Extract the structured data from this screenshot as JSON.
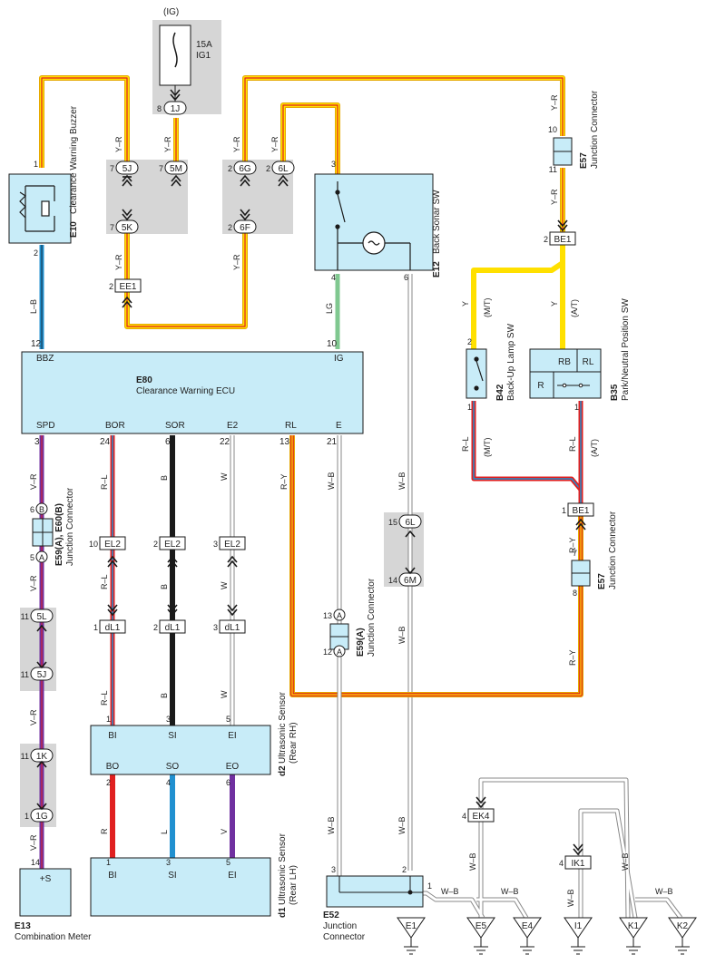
{
  "colors": {
    "box_fill": "#c8ecf8",
    "box_stroke": "#1a1a1a",
    "shade": "#d6d6d6",
    "yellow": "#ffe000",
    "red": "#e02020",
    "blue": "#2090d0",
    "green": "#80c890",
    "black": "#1a1a1a",
    "purple": "#7030a0",
    "white": "#ffffff"
  },
  "fuse": {
    "circuit": "(IG)",
    "rating": "15A",
    "name": "IG1"
  },
  "components": {
    "e10": {
      "code": "E10",
      "name": "Clearance Warning Buzzer"
    },
    "e12": {
      "code": "E12",
      "name": "Back Sonar SW"
    },
    "e57_top": {
      "code": "E57",
      "name": "Junction Connector"
    },
    "e57_bottom": {
      "code": "E57",
      "name": "Junction Connector"
    },
    "e80": {
      "code": "E80",
      "name": "Clearance Warning ECU"
    },
    "b42": {
      "code": "B42",
      "name": "Back-Up Lamp SW"
    },
    "b35": {
      "code": "B35",
      "name": "Park/Neutral Position SW"
    },
    "e59_60": {
      "code": "E59(A), E60(B)",
      "name": "Junction Connector"
    },
    "e59": {
      "code": "E59(A)",
      "name": "Junction Connector"
    },
    "d2": {
      "code": "d2",
      "name": "Ultrasonic Sensor",
      "sub": "(Rear RH)"
    },
    "d1": {
      "code": "d1",
      "name": "Ultrasonic Sensor",
      "sub": "(Rear LH)"
    },
    "e13": {
      "code": "E13",
      "name": "Combination Meter"
    },
    "e52": {
      "code": "E52",
      "name": "Junction",
      "name2": "Connector"
    }
  },
  "ecu_terminals": {
    "bbz": {
      "pin": "12",
      "label": "BBZ"
    },
    "ig": {
      "pin": "10",
      "label": "IG"
    },
    "spd": {
      "pin": "3",
      "label": "SPD"
    },
    "bor": {
      "pin": "24",
      "label": "BOR"
    },
    "sor": {
      "pin": "6",
      "label": "SOR"
    },
    "e2": {
      "pin": "22",
      "label": "E2"
    },
    "rl": {
      "pin": "13",
      "label": "RL"
    },
    "e": {
      "pin": "21",
      "label": "E"
    }
  },
  "pins": {
    "fuse_out": "8",
    "e10_1": "1",
    "e10_2": "2",
    "e12_3": "3",
    "e12_4": "4",
    "e12_6": "6",
    "e57_10": "10",
    "e57_11": "11",
    "e57_7": "7",
    "e57_8": "8",
    "b42_2": "2",
    "b42_1": "1",
    "b35_1": "1",
    "e59_6": "6",
    "e59_5": "5",
    "e59a_13": "13",
    "e59a_12": "12",
    "d2_1": "1",
    "d2_3": "3",
    "d2_5": "5",
    "d2_2": "2",
    "d2_4": "4",
    "d2_6": "6",
    "d1_1": "1",
    "d1_3": "3",
    "d1_5": "5",
    "e13_14": "14",
    "e52_3": "3",
    "e52_2": "2",
    "e52_1": "1",
    "p7a": "7",
    "p7b": "7",
    "p7c": "7",
    "p2a": "2",
    "p2b": "2",
    "p2c": "2",
    "p11a": "11",
    "p11b": "11",
    "p11c": "11",
    "p1a": "1",
    "p15": "15",
    "p14": "14",
    "ee1": "2",
    "be1_top": "2",
    "be1_bot": "1",
    "el2a": "10",
    "el2b": "2",
    "el2c": "3",
    "dl1a": "1",
    "dl1b": "2",
    "dl1c": "3",
    "ek4": "4",
    "ik1": "4"
  },
  "connectors": {
    "c1j": "1J",
    "c5j": "5J",
    "c5m": "5M",
    "c5k": "5K",
    "c6g": "6G",
    "c6l": "6L",
    "c6f": "6F",
    "c6l_b": "6L",
    "c6m": "6M",
    "c5l": "5L",
    "c5j_b": "5J",
    "c1k": "1K",
    "c1g": "1G",
    "ee1": "EE1",
    "be1_top": "BE1",
    "be1_bot": "BE1",
    "el2a": "EL2",
    "el2b": "EL2",
    "el2c": "EL2",
    "dl1a": "dL1",
    "dl1b": "dL1",
    "dl1c": "dL1",
    "ek4": "EK4",
    "ik1": "IK1"
  },
  "terminal_letters": {
    "b": "B",
    "a": "A",
    "a2": "A",
    "a3": "A"
  },
  "wires": {
    "yr_1": "Y–R",
    "yr_2": "Y–R",
    "yr_3": "Y–R",
    "yr_4": "Y–R",
    "yr_5": "Y–R",
    "yr_6": "Y–R",
    "yr_7": "Y–R",
    "yr_8": "Y–R",
    "lb": "L–B",
    "lg": "LG",
    "wb_1": "W–B",
    "wb_2": "W–B",
    "wb_3": "W–B",
    "wb_4": "W–B",
    "wb_5": "W–B",
    "wb_6": "W–B",
    "wb_7": "W–B",
    "wb_8": "W–B",
    "wb_9": "W–B",
    "wb_10": "W–B",
    "wb_11": "W–B",
    "wb_12": "W–B",
    "wb_13": "W–B",
    "y_1": "Y",
    "y_2": "Y",
    "mt_1": "(M/T)",
    "at_1": "(A/T)",
    "mt_2": "(M/T)",
    "at_2": "(A/T)",
    "rl_1": "R–L",
    "rl_2": "R–L",
    "rl_3": "R–L",
    "rl_4": "R–L",
    "rl_5": "R–L",
    "ry_1": "R–Y",
    "ry_2": "R–Y",
    "ry_3": "R–Y",
    "vr_1": "V–R",
    "vr_2": "V–R",
    "vr_3": "V–R",
    "vr_4": "V–R",
    "b_1": "B",
    "b_2": "B",
    "b_3": "B",
    "w_1": "W",
    "w_2": "W",
    "w_3": "W",
    "r": "R",
    "l": "L",
    "v": "V"
  },
  "sensor_terms": {
    "bi": "BI",
    "si": "SI",
    "ei": "EI",
    "bo": "BO",
    "so": "SO",
    "eo": "EO",
    "bi2": "BI",
    "si2": "SI",
    "ei2": "EI"
  },
  "switch_terms": {
    "rb": "RB",
    "rl": "RL",
    "r": "R"
  },
  "meter_term": "+S",
  "grounds": [
    "E1",
    "E5",
    "E4",
    "I1",
    "K1",
    "K2"
  ]
}
